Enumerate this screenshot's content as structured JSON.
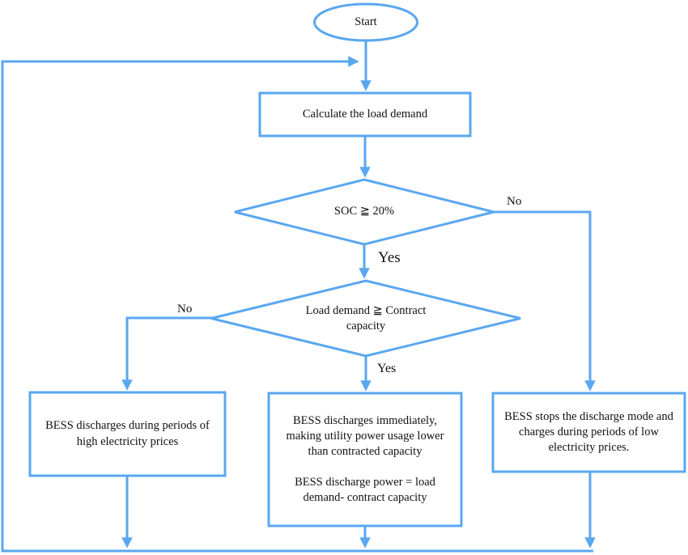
{
  "diagram": {
    "accent_color": "#5AA7F0",
    "text_color": "#111111",
    "nodes": {
      "start": "Start",
      "calculate": "Calculate the load demand",
      "soc_decision": "SOC ≧ 20%",
      "demand_decision": "Load demand ≧ Contract capacity",
      "left_outcome": "BESS discharges during periods of high electricity prices",
      "middle_outcome_para1": "BESS discharges immediately, making utility power usage lower than contracted capacity",
      "middle_outcome_para2": "BESS discharge power = load demand- contract capacity",
      "right_outcome": "BESS stops the discharge mode and charges during periods of low electricity prices."
    },
    "edge_labels": {
      "soc_no": "No",
      "soc_yes": "Yes",
      "demand_no": "No",
      "demand_yes": "Yes"
    }
  }
}
